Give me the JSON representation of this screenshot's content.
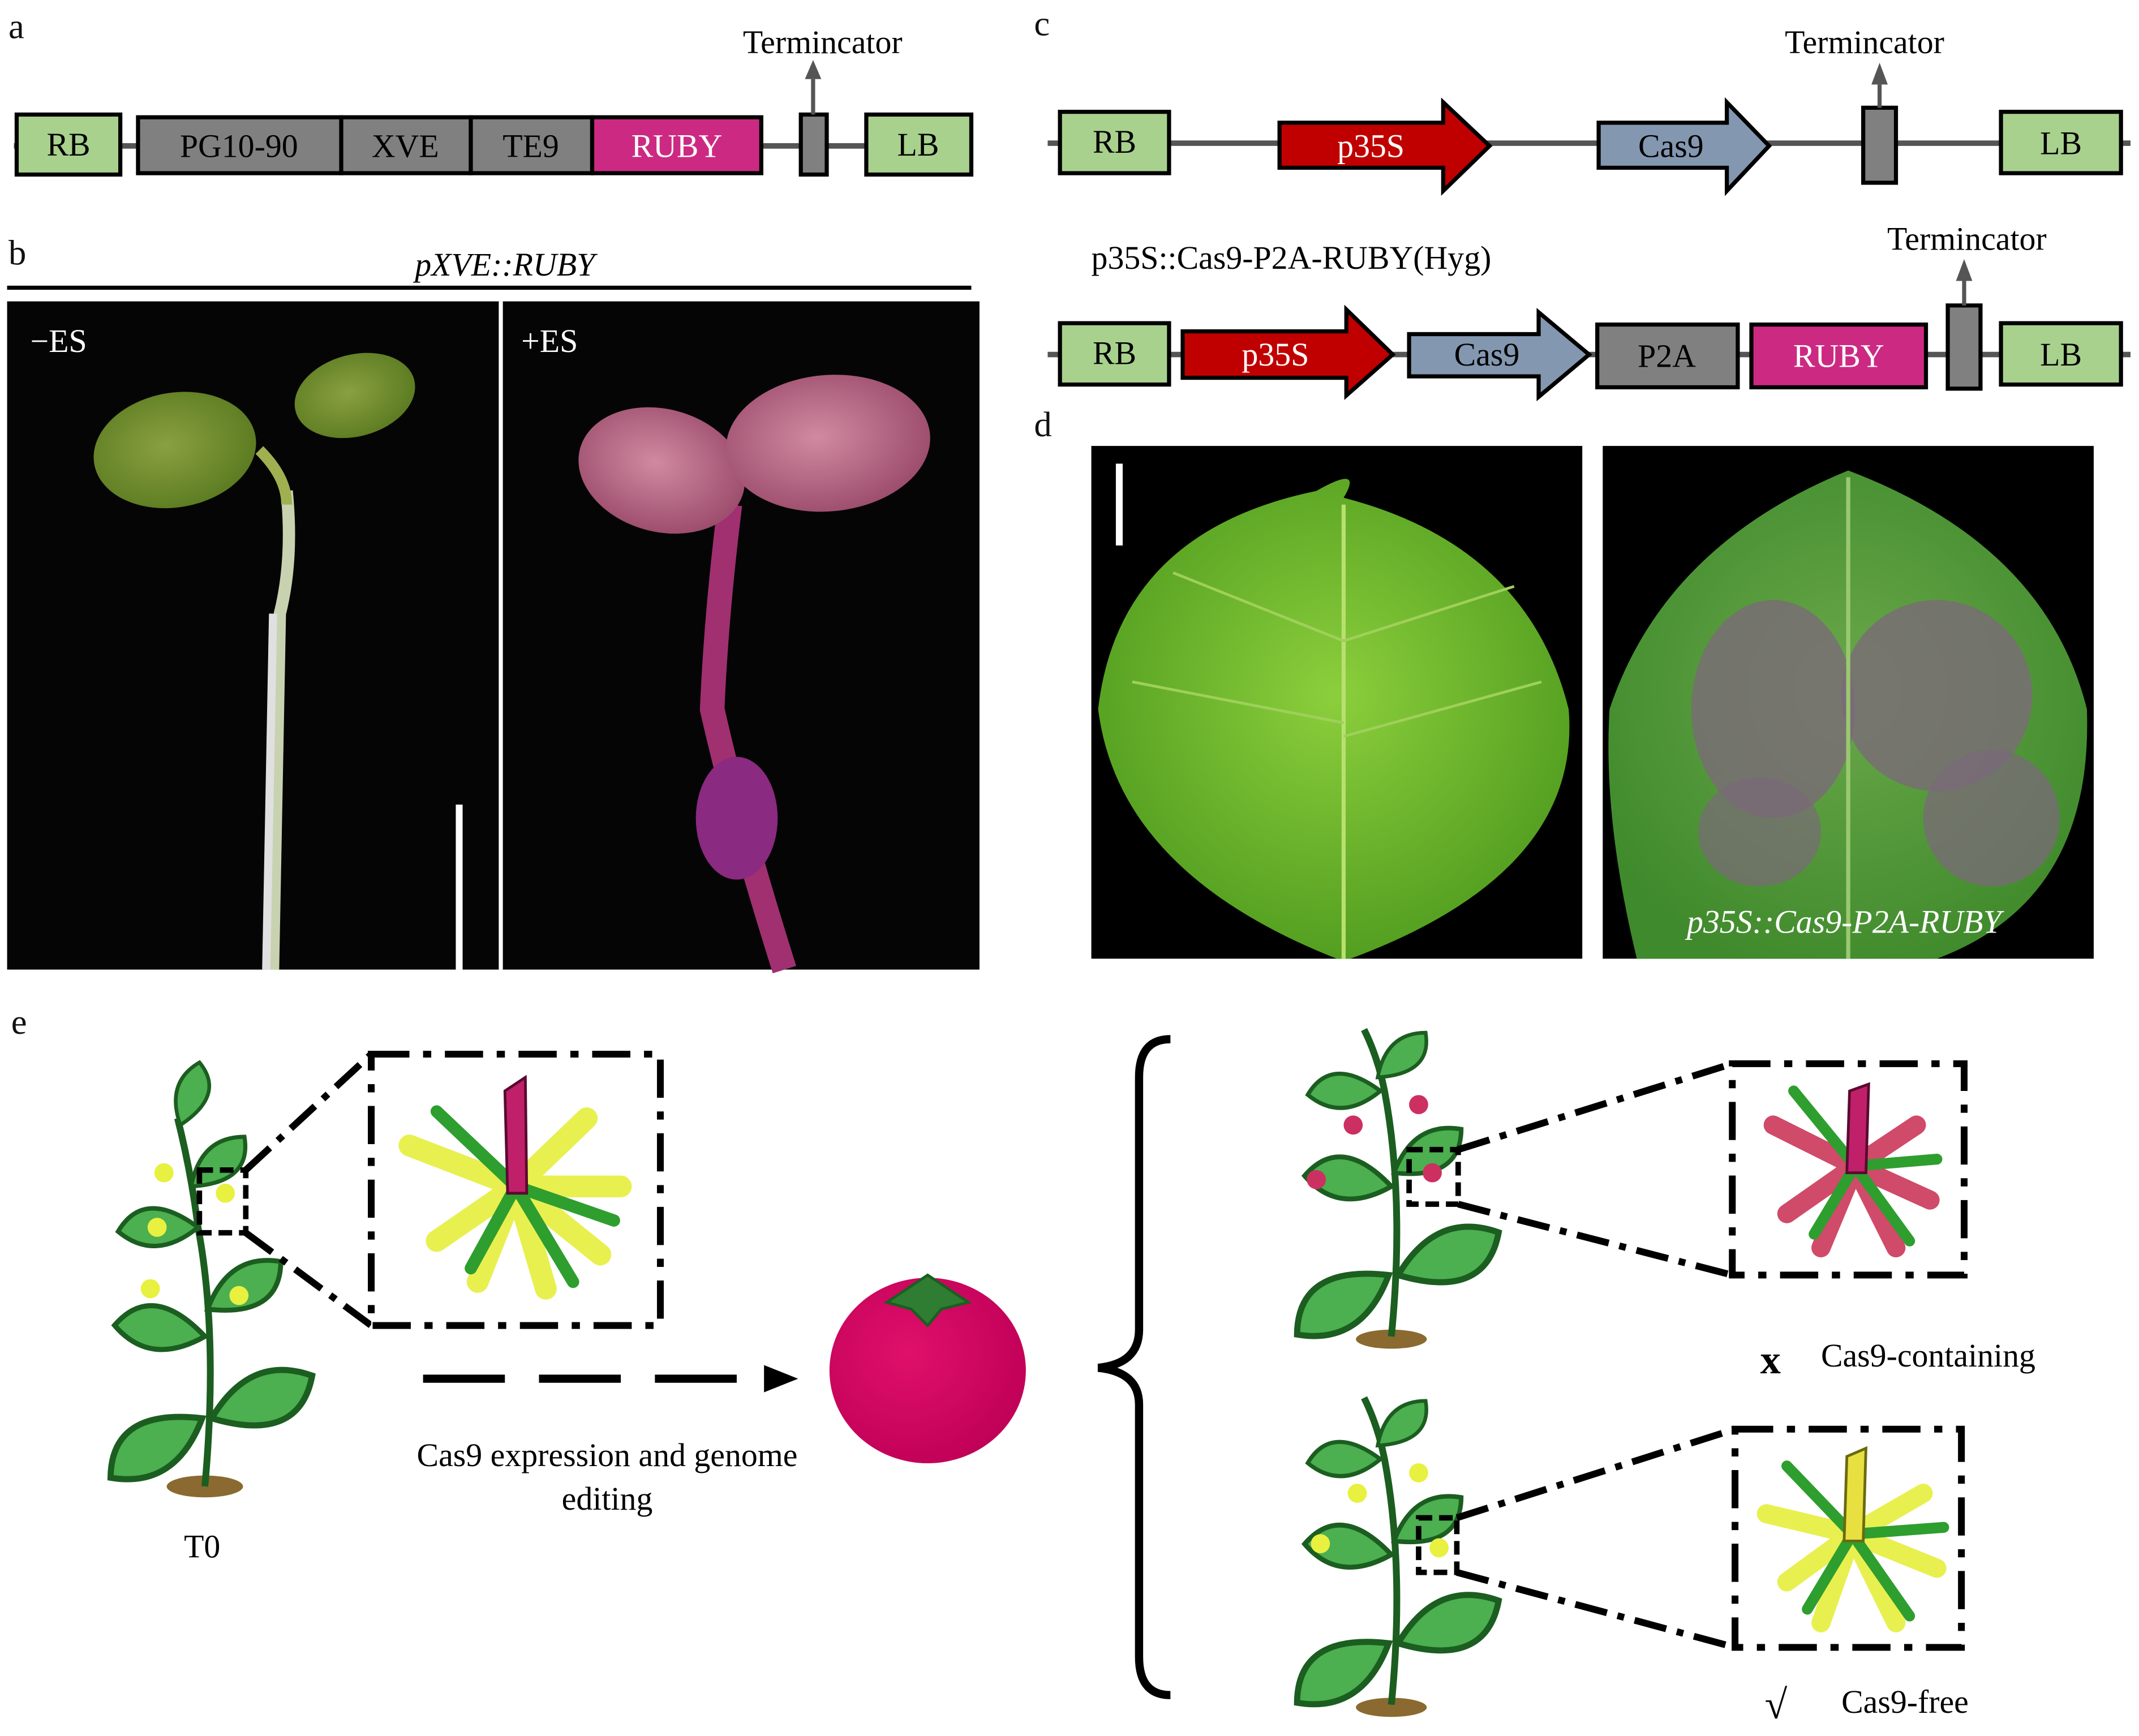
{
  "panel_labels": {
    "a": "a",
    "b": "b",
    "c": "c",
    "d": "d",
    "e": "e"
  },
  "panel_a": {
    "elements": [
      "RB",
      "PG10-90",
      "XVE",
      "TE9",
      "RUBY",
      "LB"
    ],
    "terminator": "Termincator"
  },
  "panel_b": {
    "title": "pXVE::RUBY",
    "left_label": "−ES",
    "right_label": "+ES"
  },
  "panel_c": {
    "row1": {
      "elements": [
        "RB",
        "p35S",
        "Cas9",
        "LB"
      ],
      "terminator": "Termincator"
    },
    "row2": {
      "title": "p35S::Cas9-P2A-RUBY(Hyg)",
      "elements": [
        "RB",
        "p35S",
        "Cas9",
        "P2A",
        "RUBY",
        "LB"
      ],
      "terminator": "Termincator"
    }
  },
  "panel_d": {
    "right_caption": "p35S::Cas9-P2A-RUBY"
  },
  "panel_e": {
    "plant_label": "T0",
    "arrow_text_line1": "Cas9 expression and genome",
    "arrow_text_line2": "editing",
    "outcome_top": {
      "mark": "x",
      "label": "Cas9-containing"
    },
    "outcome_bottom": {
      "mark": "√",
      "label": "Cas9-free"
    }
  },
  "colors": {
    "border_green": "#a9d18e",
    "gray": "#808080",
    "ruby": "#cc2a82",
    "p35s_red": "#c00000",
    "cas9_blue": "#8497b0",
    "tomato": "#d4005f"
  }
}
